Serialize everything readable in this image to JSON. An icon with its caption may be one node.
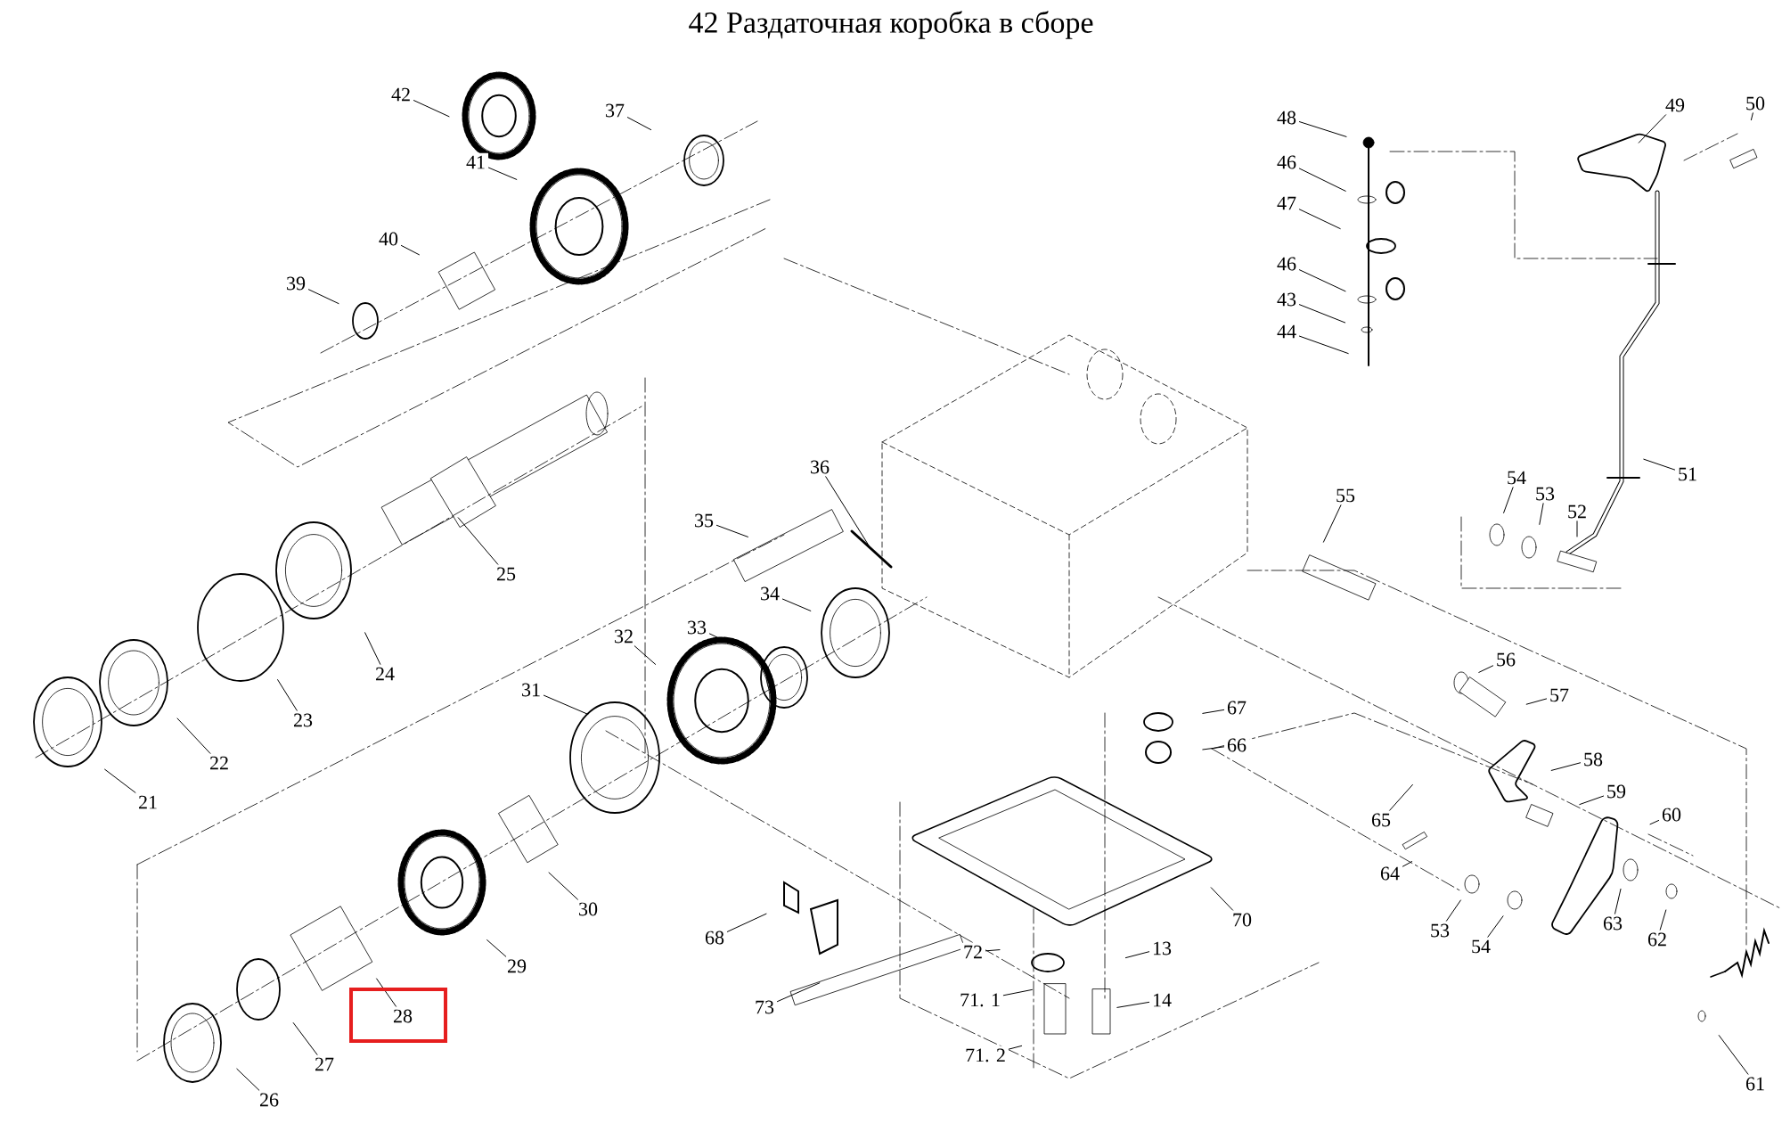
{
  "diagram": {
    "title": "42 Раздаточная коробка в сборе",
    "nodes": [
      {
        "text": [
          "42"
        ]
      },
      {
        "text": [
          "41"
        ]
      },
      {
        "text": [
          "37"
        ]
      },
      {
        "text": [
          "40"
        ]
      },
      {
        "text": [
          "39"
        ]
      },
      {
        "text": [
          "25"
        ]
      },
      {
        "text": [
          "35"
        ]
      },
      {
        "text": [
          "36"
        ]
      },
      {
        "text": [
          "34"
        ]
      },
      {
        "text": [
          "33"
        ]
      },
      {
        "text": [
          "32"
        ]
      },
      {
        "text": [
          "31"
        ]
      },
      {
        "text": [
          "24"
        ]
      },
      {
        "text": [
          "23"
        ]
      },
      {
        "text": [
          "22"
        ]
      },
      {
        "text": [
          "21"
        ]
      },
      {
        "text": [
          "30"
        ]
      },
      {
        "text": [
          "29"
        ]
      },
      {
        "text": [
          "28"
        ]
      },
      {
        "text": [
          "27"
        ]
      },
      {
        "text": [
          "26"
        ]
      },
      {
        "text": [
          "68"
        ]
      },
      {
        "text": [
          "73"
        ]
      },
      {
        "text": [
          "48"
        ]
      },
      {
        "text": [
          "46"
        ]
      },
      {
        "text": [
          "47"
        ]
      },
      {
        "text": [
          "46"
        ]
      },
      {
        "text": [
          "43"
        ]
      },
      {
        "text": [
          "44"
        ]
      },
      {
        "text": [
          "49"
        ]
      },
      {
        "text": [
          "50"
        ]
      },
      {
        "text": [
          "51"
        ]
      },
      {
        "text": [
          "54"
        ]
      },
      {
        "text": [
          "53"
        ]
      },
      {
        "text": [
          "52"
        ]
      },
      {
        "text": [
          "55"
        ]
      },
      {
        "text": [
          "56"
        ]
      },
      {
        "text": [
          "57"
        ]
      },
      {
        "text": [
          "67"
        ]
      },
      {
        "text": [
          "66"
        ]
      },
      {
        "text": [
          "58"
        ]
      },
      {
        "text": [
          "59"
        ]
      },
      {
        "text": [
          "60"
        ]
      },
      {
        "text": [
          "65"
        ]
      },
      {
        "text": [
          "64"
        ]
      },
      {
        "text": [
          "70"
        ]
      },
      {
        "text": [
          "53"
        ]
      },
      {
        "text": [
          "54"
        ]
      },
      {
        "text": [
          "63"
        ]
      },
      {
        "text": [
          "62"
        ]
      },
      {
        "text": [
          "72"
        ]
      },
      {
        "text": [
          "13"
        ]
      },
      {
        "text": [
          "71. 1"
        ]
      },
      {
        "text": [
          "71. 2"
        ]
      },
      {
        "text": [
          "14"
        ]
      },
      {
        "text": [
          "61"
        ]
      }
    ],
    "edges": [
      {
        "from": 0,
        "to": null,
        "arrow": "none"
      },
      {
        "from": 1,
        "to": null,
        "arrow": "none"
      },
      {
        "from": 2,
        "to": null,
        "arrow": "none"
      },
      {
        "from": 3,
        "to": null,
        "arrow": "none"
      },
      {
        "from": 4,
        "to": null,
        "arrow": "none"
      },
      {
        "from": 5,
        "to": null,
        "arrow": "none"
      },
      {
        "from": 6,
        "to": null,
        "arrow": "none"
      },
      {
        "from": 7,
        "to": null,
        "arrow": "none"
      },
      {
        "from": 8,
        "to": null,
        "arrow": "none"
      },
      {
        "from": 9,
        "to": null,
        "arrow": "none"
      },
      {
        "from": 10,
        "to": null,
        "arrow": "none"
      },
      {
        "from": 11,
        "to": null,
        "arrow": "none"
      },
      {
        "from": 12,
        "to": null,
        "arrow": "none"
      },
      {
        "from": 13,
        "to": null,
        "arrow": "none"
      },
      {
        "from": 14,
        "to": null,
        "arrow": "none"
      },
      {
        "from": 15,
        "to": null,
        "arrow": "none"
      },
      {
        "from": 16,
        "to": null,
        "arrow": "none"
      },
      {
        "from": 17,
        "to": null,
        "arrow": "none"
      },
      {
        "from": 18,
        "to": null,
        "arrow": "none"
      },
      {
        "from": 19,
        "to": null,
        "arrow": "none"
      },
      {
        "from": 20,
        "to": null,
        "arrow": "none"
      },
      {
        "from": 21,
        "to": null,
        "arrow": "none"
      },
      {
        "from": 22,
        "to": null,
        "arrow": "none"
      },
      {
        "from": 23,
        "to": null,
        "arrow": "none"
      },
      {
        "from": 24,
        "to": null,
        "arrow": "none"
      },
      {
        "from": 25,
        "to": null,
        "arrow": "none"
      },
      {
        "from": 26,
        "to": null,
        "arrow": "none"
      },
      {
        "from": 27,
        "to": null,
        "arrow": "none"
      },
      {
        "from": 28,
        "to": null,
        "arrow": "none"
      },
      {
        "from": 29,
        "to": null,
        "arrow": "none"
      },
      {
        "from": 30,
        "to": null,
        "arrow": "none"
      },
      {
        "from": 31,
        "to": null,
        "arrow": "none"
      },
      {
        "from": 32,
        "to": null,
        "arrow": "none"
      },
      {
        "from": 33,
        "to": null,
        "arrow": "none"
      },
      {
        "from": 34,
        "to": null,
        "arrow": "none"
      },
      {
        "from": 35,
        "to": null,
        "arrow": "none"
      },
      {
        "from": 36,
        "to": null,
        "arrow": "none"
      },
      {
        "from": 37,
        "to": null,
        "arrow": "none"
      },
      {
        "from": 38,
        "to": null,
        "arrow": "none"
      },
      {
        "from": 39,
        "to": null,
        "arrow": "none"
      },
      {
        "from": 40,
        "to": null,
        "arrow": "none"
      },
      {
        "from": 41,
        "to": null,
        "arrow": "none"
      },
      {
        "from": 42,
        "to": null,
        "arrow": "none"
      },
      {
        "from": 43,
        "to": null,
        "arrow": "none"
      },
      {
        "from": 44,
        "to": null,
        "arrow": "none"
      },
      {
        "from": 45,
        "to": null,
        "arrow": "none"
      },
      {
        "from": 46,
        "to": null,
        "arrow": "none"
      },
      {
        "from": 47,
        "to": null,
        "arrow": "none"
      },
      {
        "from": 48,
        "to": null,
        "arrow": "none"
      },
      {
        "from": 49,
        "to": null,
        "arrow": "none"
      },
      {
        "from": 50,
        "to": null,
        "arrow": "none"
      },
      {
        "from": 51,
        "to": null,
        "arrow": "none"
      },
      {
        "from": 52,
        "to": null,
        "arrow": "none"
      },
      {
        "from": 53,
        "to": null,
        "arrow": "none"
      },
      {
        "from": 54,
        "to": null,
        "arrow": "none"
      },
      {
        "from": 55,
        "to": null,
        "arrow": "none"
      }
    ]
  }
}
